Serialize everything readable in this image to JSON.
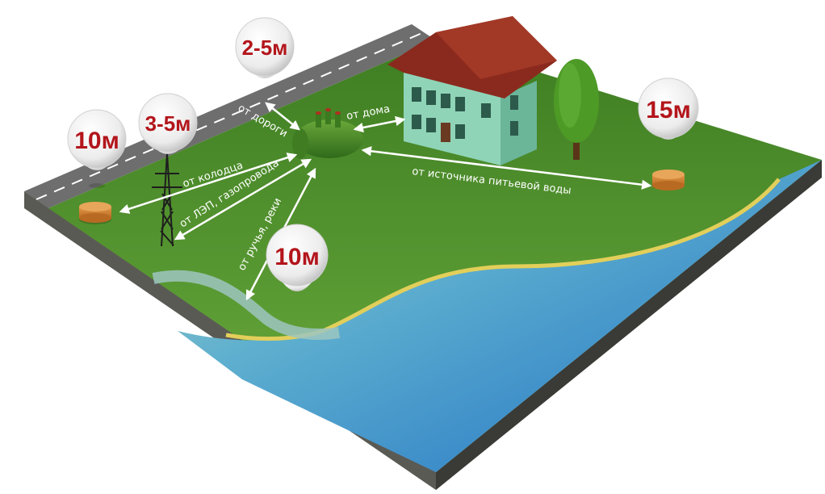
{
  "pins": {
    "well": "10м",
    "power_line": "3-5м",
    "road": "2-5м",
    "stream": "10м",
    "water_source": "15м"
  },
  "distances": {
    "from_road": "от дороги",
    "from_house": "от дома",
    "from_well": "от колодца",
    "from_power_gas": "от ЛЭП, газопровода",
    "from_stream": "от ручья, реки",
    "from_water_source": "от источника питьевой воды"
  }
}
